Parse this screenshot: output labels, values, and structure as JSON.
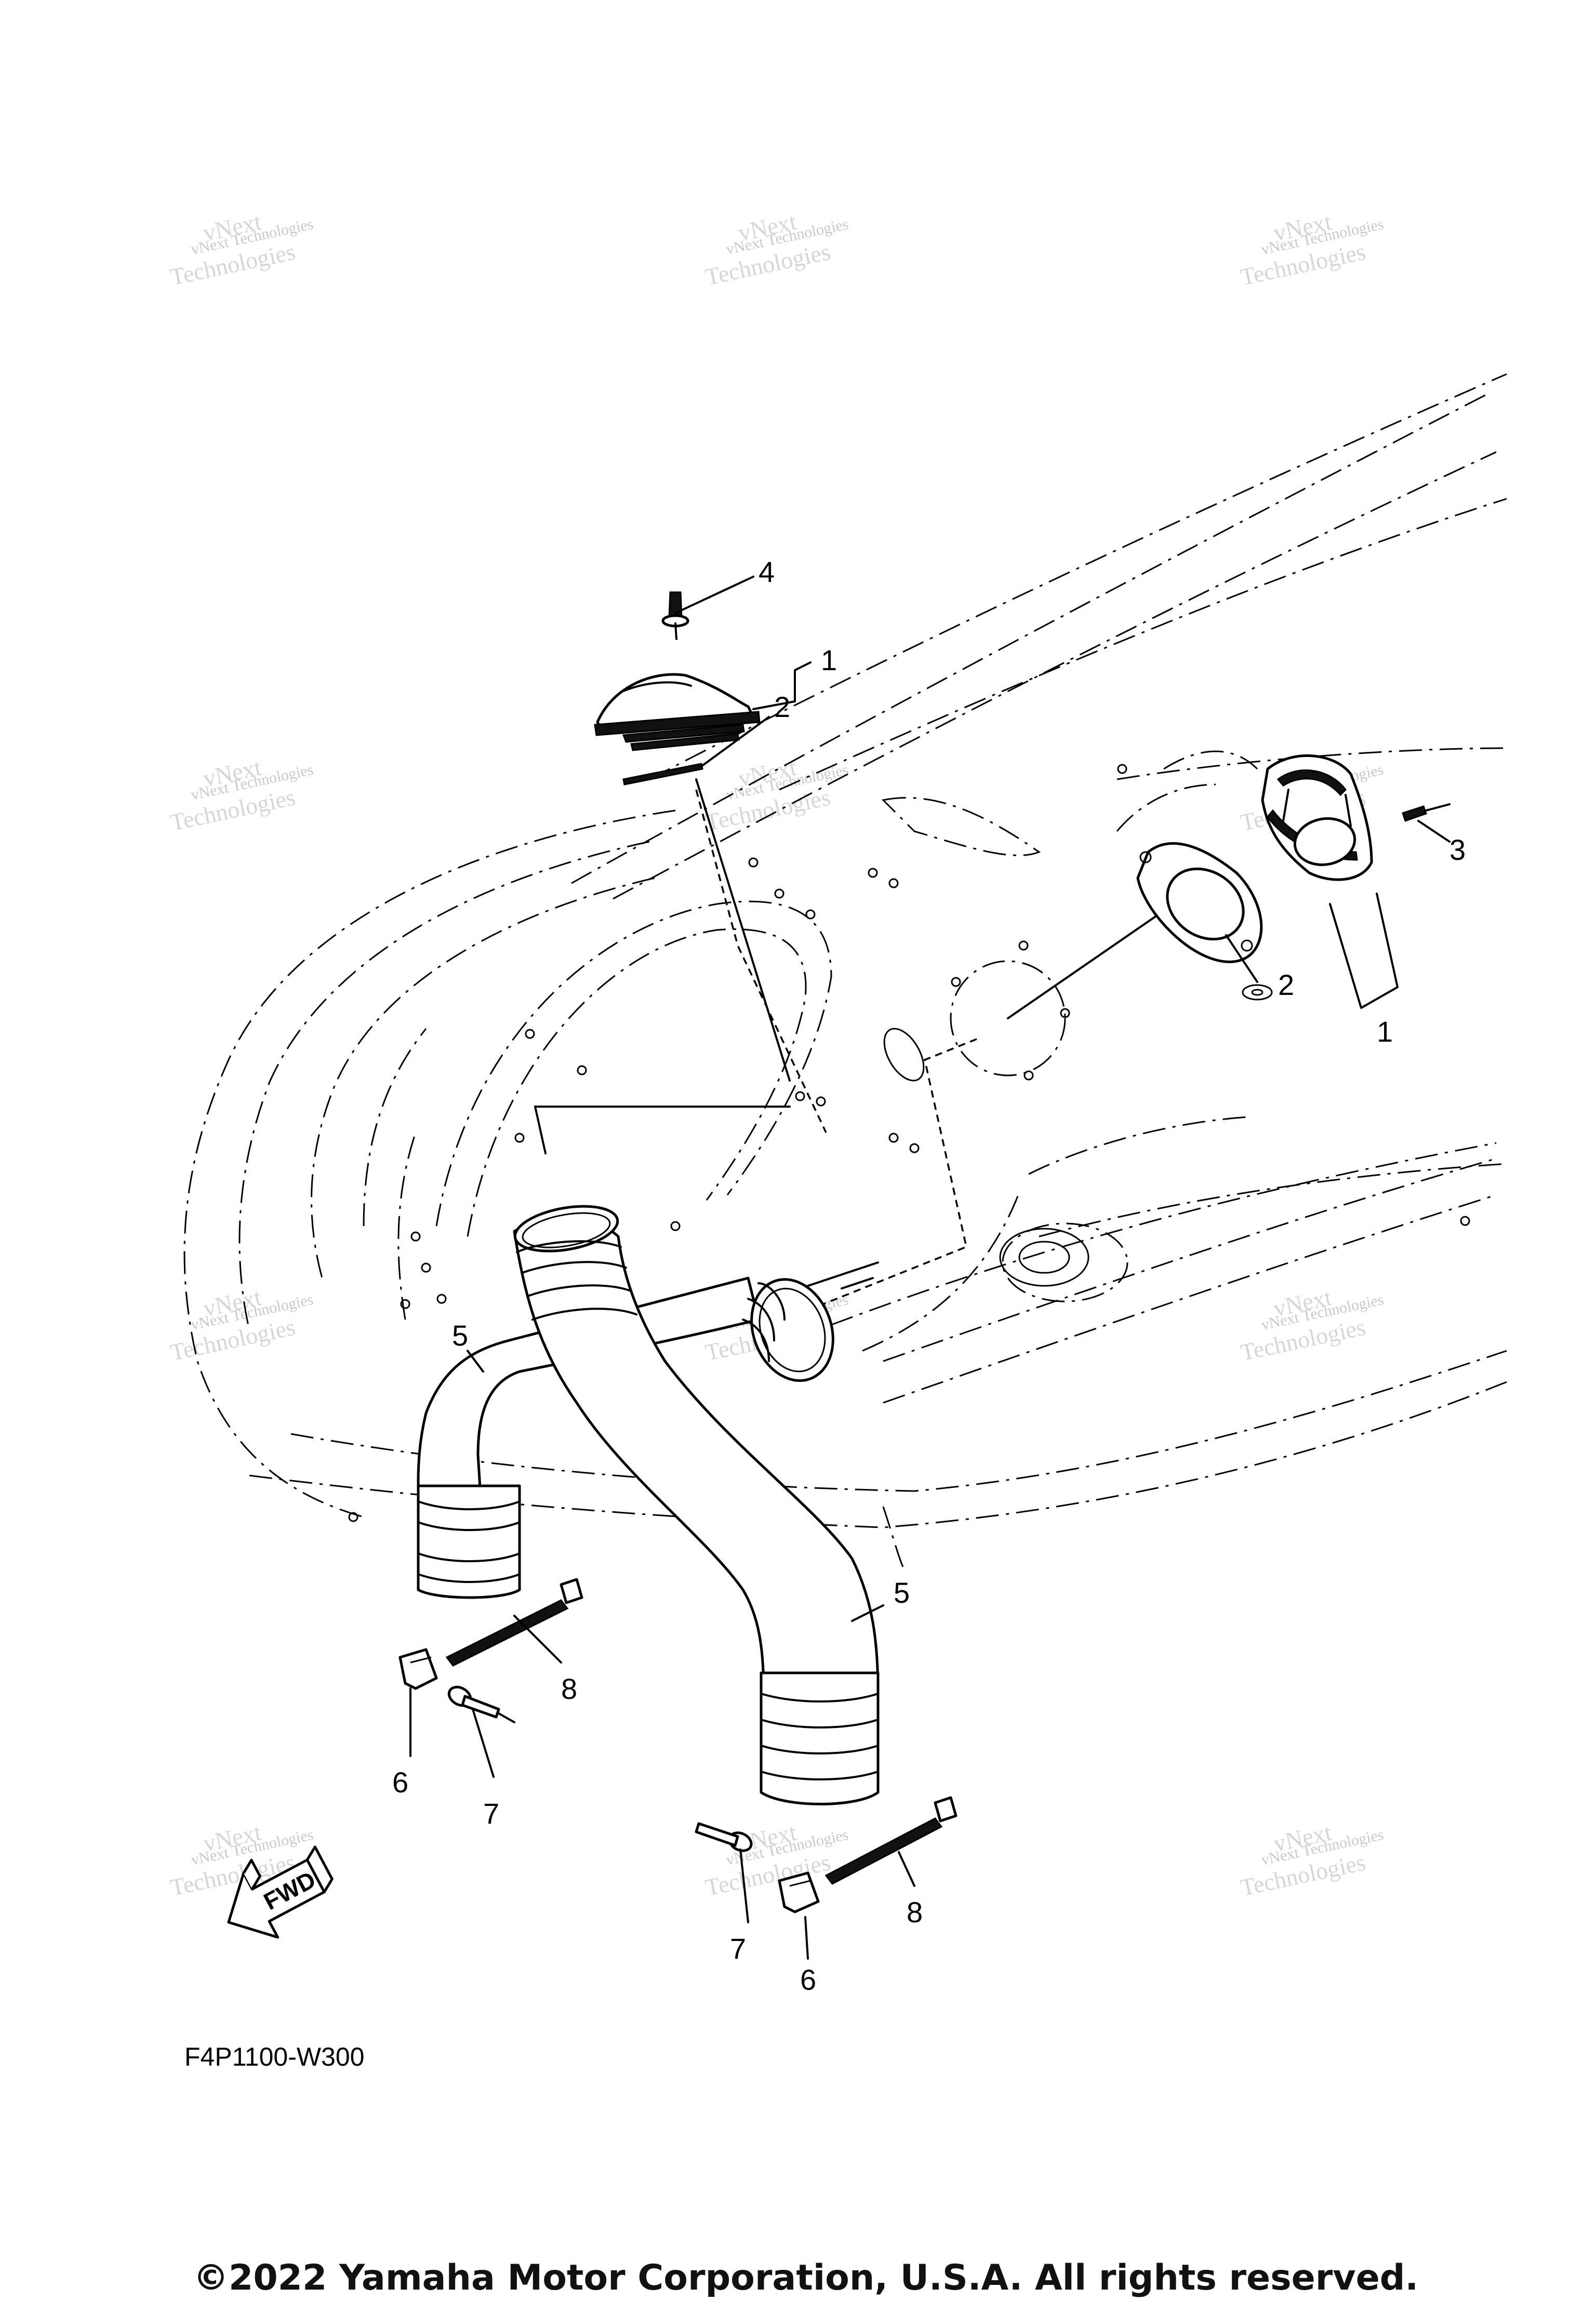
{
  "watermark": {
    "line1": "vNext Technologies",
    "line2": "Technologies",
    "line3": "vNext"
  },
  "callouts": {
    "c1a": "1",
    "c2a": "2",
    "c4": "4",
    "c3": "3",
    "c2b": "2",
    "c1b": "1",
    "c5a": "5",
    "c5b": "5",
    "c8a": "8",
    "c6a": "6",
    "c7a": "7",
    "c7b": "7",
    "c6b": "6",
    "c8b": "8"
  },
  "fwd_label": "FWD",
  "diagram_code": "F4P1100-W300",
  "copyright": "©2022 Yamaha Motor Corporation, U.S.A. All rights reserved."
}
